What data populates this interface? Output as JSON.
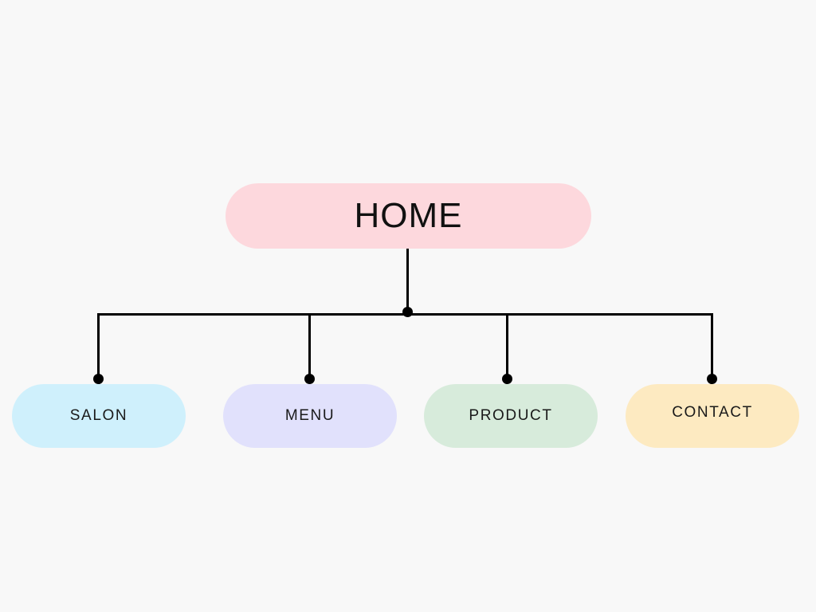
{
  "diagram": {
    "background": "#f8f8f8",
    "connector_color": "#000000",
    "root": {
      "label": "HOME",
      "color": "#fdd8dd"
    },
    "children": [
      {
        "label": "SALON",
        "color": "#cff0fc"
      },
      {
        "label": "MENU",
        "color": "#e1e1fc"
      },
      {
        "label": "PRODUCT",
        "color": "#d7ebdb"
      },
      {
        "label": "CONTACT",
        "color": "#fdeac1"
      }
    ]
  }
}
